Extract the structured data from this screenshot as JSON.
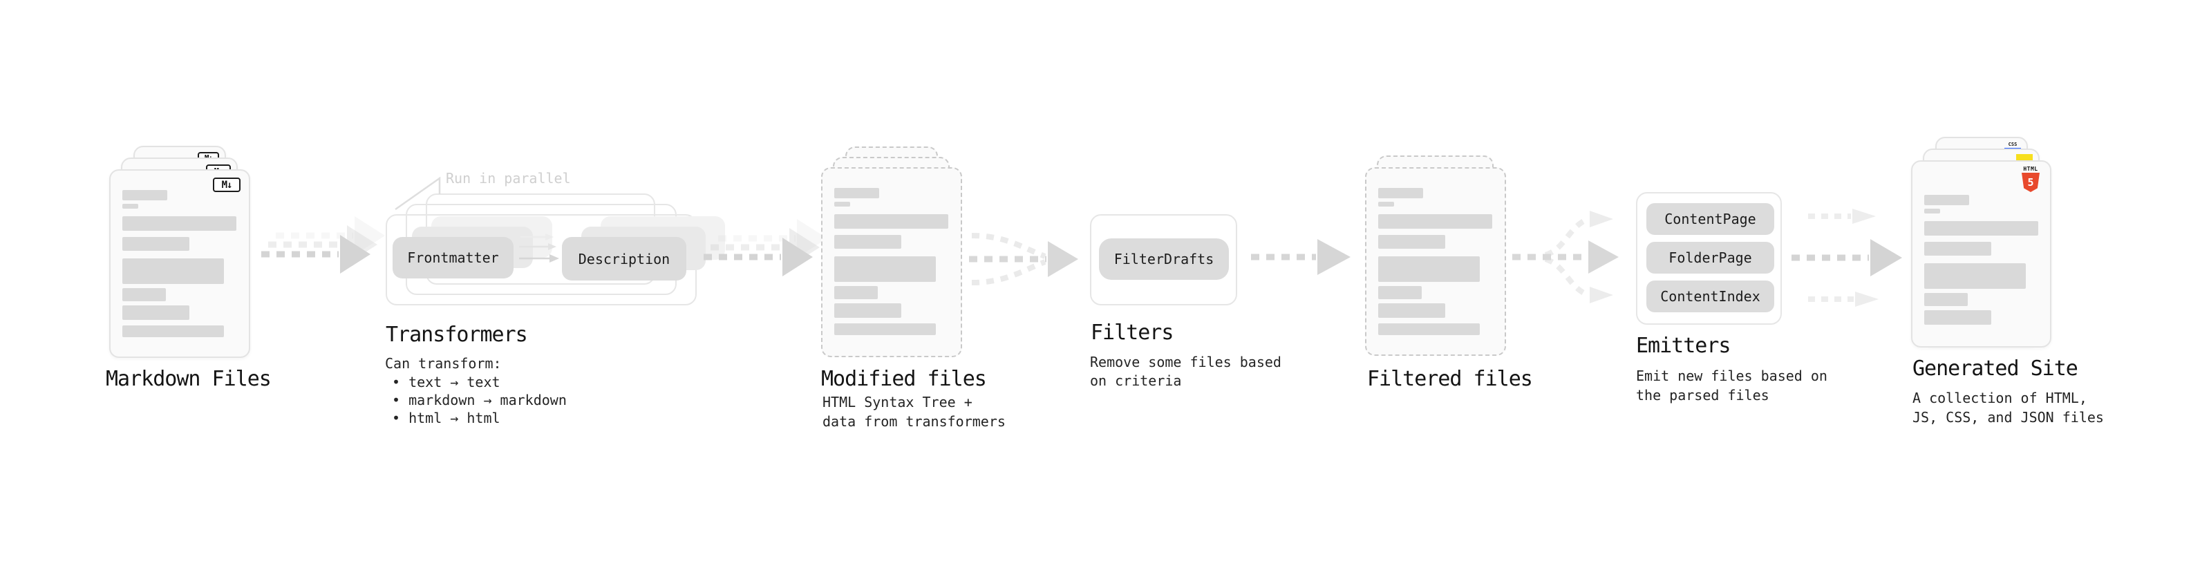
{
  "diagram": {
    "stages": [
      {
        "title": "Markdown Files"
      },
      {
        "title": "Transformers",
        "callout": "Run in parallel",
        "box_a": "Frontmatter",
        "box_b": "Description",
        "subtitle": "Can transform:",
        "bullets": [
          "• text → text",
          "• markdown → markdown",
          "• html → html"
        ]
      },
      {
        "title": "Modified files",
        "desc": [
          "HTML Syntax Tree +",
          "data from transformers"
        ]
      },
      {
        "title": "Filters",
        "box": "FilterDrafts",
        "desc": [
          "Remove some files based",
          "on criteria"
        ]
      },
      {
        "title": "Filtered files"
      },
      {
        "title": "Emitters",
        "boxes": [
          "ContentPage",
          "FolderPage",
          "ContentIndex"
        ],
        "desc": [
          "Emit new files based on",
          "the parsed files"
        ]
      },
      {
        "title": "Generated Site",
        "desc": [
          "A collection of HTML,",
          "JS, CSS, and JSON files"
        ]
      }
    ],
    "icons": {
      "markdown": "M↓",
      "css": "CSS",
      "html5_label": "HTML",
      "html5_number": "5"
    },
    "colors": {
      "html5": "#e8492c",
      "js": "#f7df1e",
      "css_underline": "#2962ff",
      "card_bar": "#d9d9d9",
      "box_fill": "#dcdcdc",
      "arrow": "#d4d4d4"
    }
  }
}
